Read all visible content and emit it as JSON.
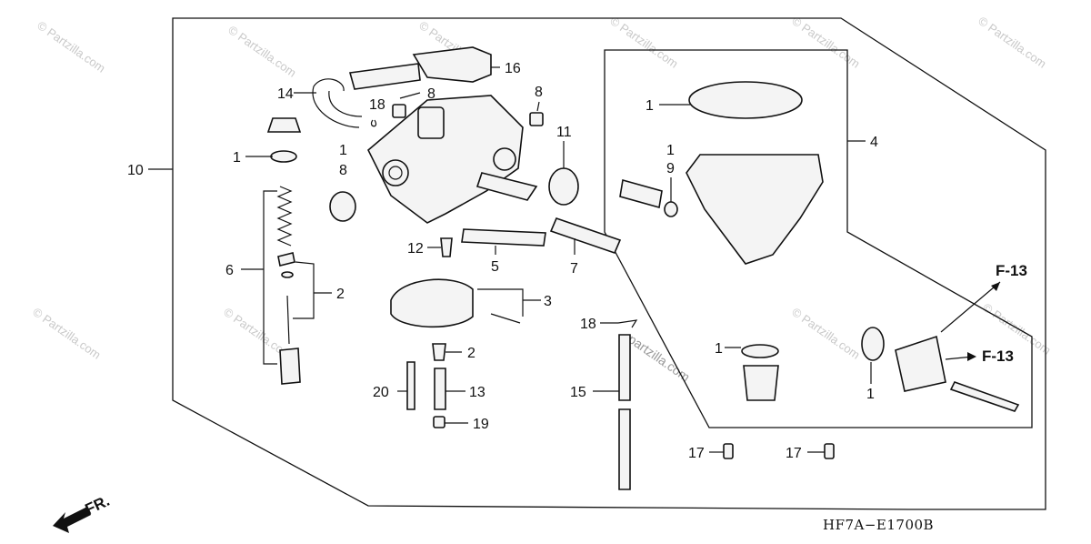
{
  "diagram": {
    "callouts": [
      "1",
      "1",
      "1",
      "1",
      "1",
      "1",
      "2",
      "2",
      "3",
      "4",
      "5",
      "6",
      "7",
      "8",
      "8",
      "8",
      "9",
      "10",
      "11",
      "12",
      "13",
      "14",
      "15",
      "16",
      "17",
      "17",
      "18",
      "18",
      "19",
      "20"
    ],
    "references": [
      "F-13",
      "F-13"
    ],
    "diagram_code": "HF7A−E1700B",
    "direction_label": "FR.",
    "watermark_text": "© Partzilla.com",
    "watermark_center": "partzilla.com"
  }
}
